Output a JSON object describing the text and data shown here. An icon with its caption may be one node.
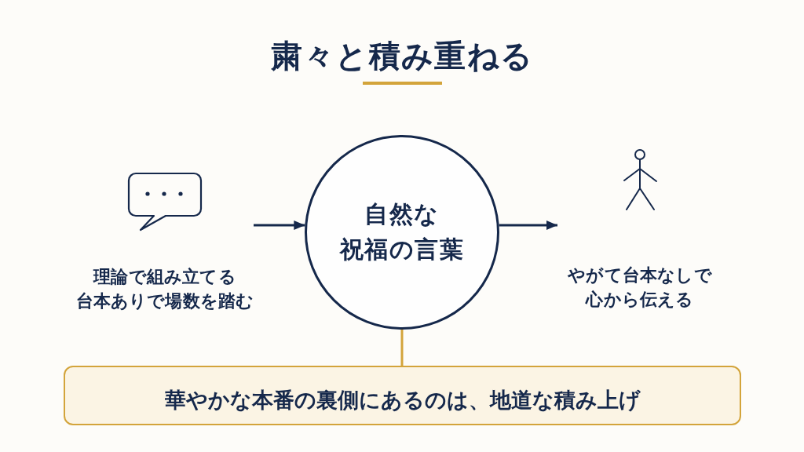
{
  "diagram": {
    "title": "粛々と積み重ねる",
    "nodes": [
      {
        "text": [
          "理論で組み立てる",
          "台本ありで場数を踏む"
        ]
      },
      {
        "text": [
          "自然な祝福の言葉"
        ]
      },
      {
        "text": [
          "やがて台本なしで心から伝える"
        ]
      },
      {
        "text": [
          "華やかな本番の裏側にあるのは、地道な積み上げ"
        ]
      }
    ],
    "edges": [
      {
        "from": 0,
        "to": 1,
        "arrow": "to"
      },
      {
        "from": 1,
        "to": 2,
        "arrow": "to"
      },
      {
        "from": 1,
        "to": 3,
        "arrow": "none",
        "color": "#d3a43b"
      }
    ]
  }
}
